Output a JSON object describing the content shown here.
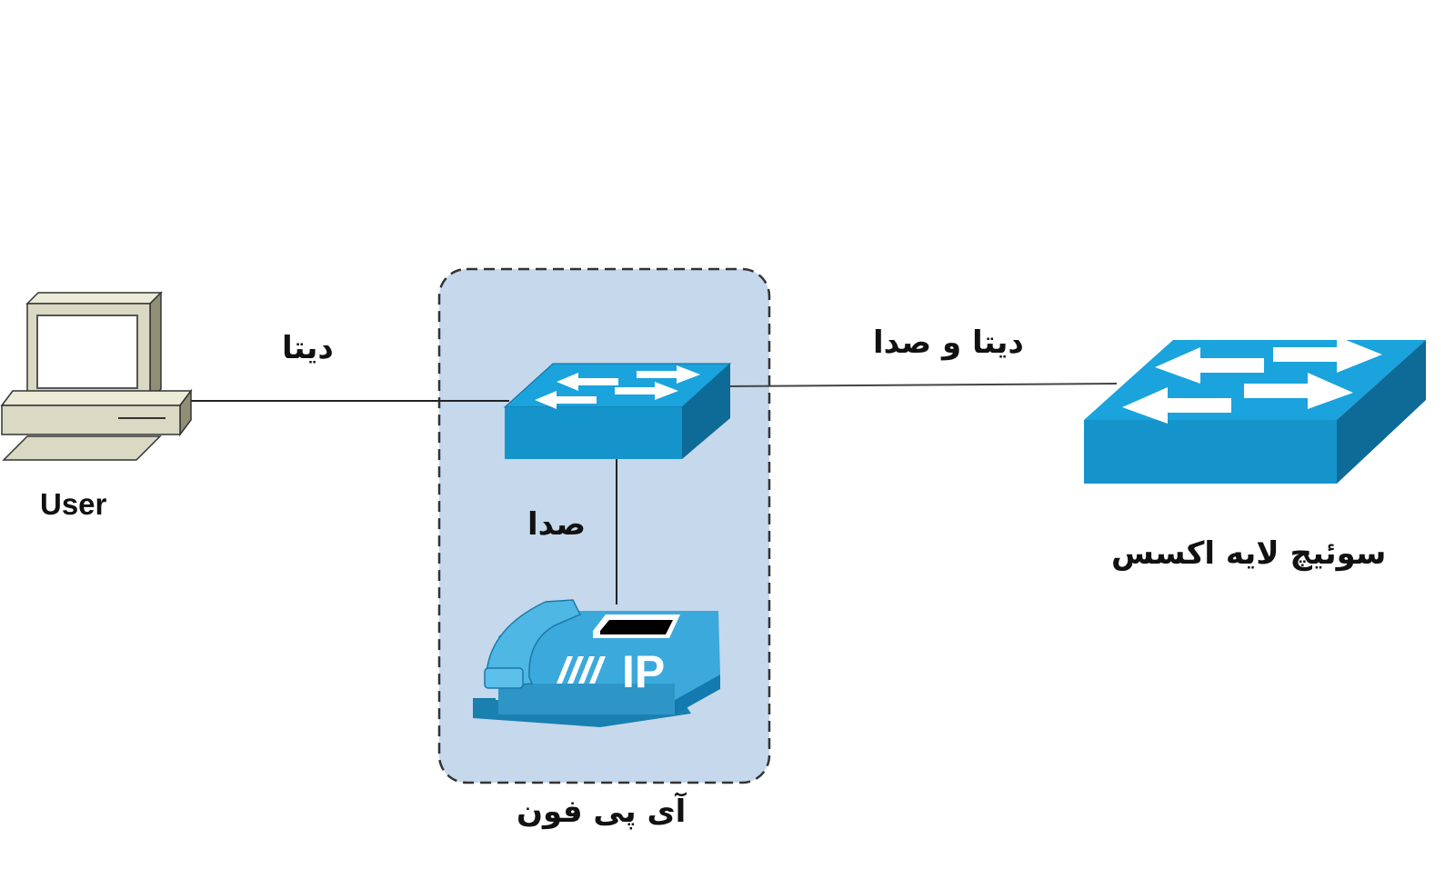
{
  "labels": {
    "user": "User",
    "data": "دیتا",
    "data_and_voice": "دیتا و صدا",
    "voice": "صدا",
    "ip_phone": "آی پی فون",
    "access_switch": "سوئیچ لایه اکسس"
  },
  "phone_badge": "IP",
  "colors": {
    "switch_top": "#1aa3dc",
    "switch_front": "#1594cc",
    "switch_side": "#0e6a96",
    "phone_group_fill": "#c5d8ec",
    "computer_body": "#d9d9c4",
    "line": "#222222"
  }
}
